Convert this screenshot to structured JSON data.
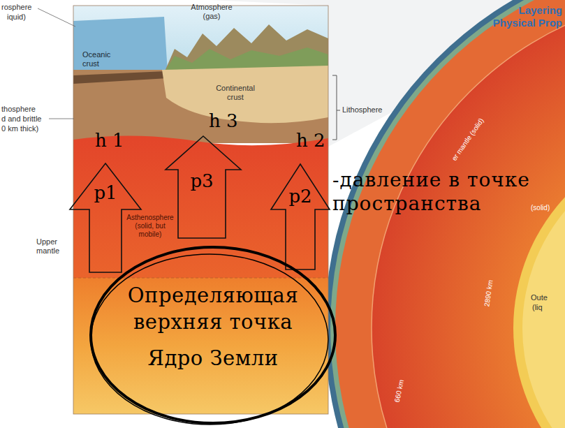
{
  "diagram": {
    "nodes": [
      {
        "text": [
          "p1"
        ]
      },
      {
        "text": [
          "p3"
        ]
      },
      {
        "text": [
          "p2",
          "-давление в точке пространства"
        ]
      },
      {
        "text": [
          "Определяющая верхняя точка",
          "Ядро Земли"
        ]
      }
    ],
    "labels": [
      "rosphere",
      "iquid)",
      "Atmosphere (gas)",
      "Layering",
      "Physical Prop",
      "Oceanic crust",
      "Continental crust",
      "thosphere",
      "d and brittle",
      "0 km thick)",
      "Lithosphere",
      "h 1",
      "h 3",
      "h 2",
      "Asthenosphere (solid, but mobile)",
      "Upper mantle",
      "er mantle (solid)",
      "(solid)",
      "2890 km",
      "Oute",
      "(liq",
      "660 km"
    ]
  }
}
